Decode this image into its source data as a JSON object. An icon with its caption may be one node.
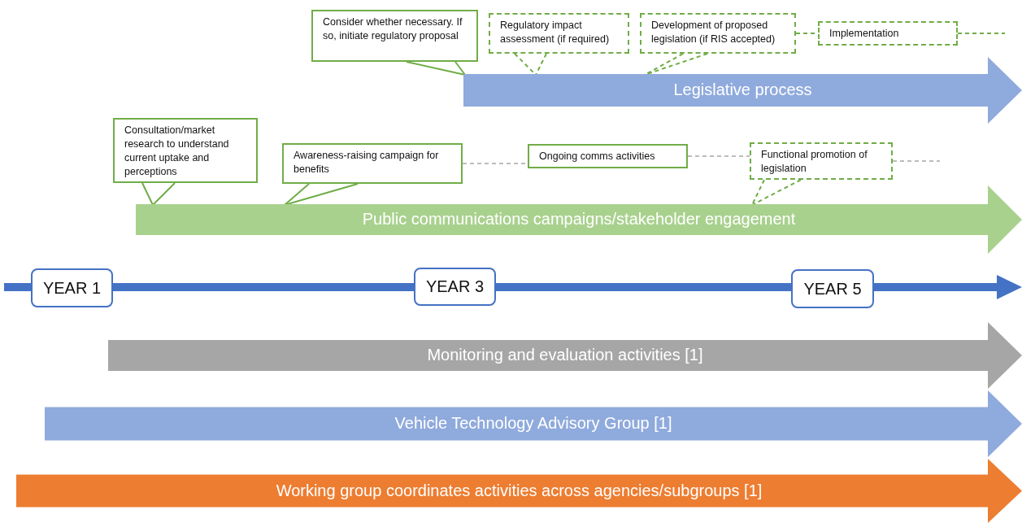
{
  "diagram": {
    "nodes": [
      {
        "text": [
          "Consider whether necessary. If so, initiate regulatory proposal"
        ]
      },
      {
        "text": [
          "Regulatory impact assessment (if required)"
        ]
      },
      {
        "text": [
          "Development of proposed legislation (if RIS accepted)"
        ]
      },
      {
        "text": [
          "Implementation"
        ]
      },
      {
        "text": [
          "Legislative process"
        ]
      },
      {
        "text": [
          "Consultation/market research to understand current uptake and perceptions"
        ]
      },
      {
        "text": [
          "Awareness-raising campaign for benefits"
        ]
      },
      {
        "text": [
          "Ongoing comms activities"
        ]
      },
      {
        "text": [
          "Functional promotion of legislation"
        ]
      },
      {
        "text": [
          "Public communications campaigns/stakeholder engagement"
        ]
      },
      {
        "text": [
          "YEAR 1"
        ]
      },
      {
        "text": [
          "YEAR 3"
        ]
      },
      {
        "text": [
          "YEAR 5"
        ]
      },
      {
        "text": [
          "Monitoring and evaluation activities [1]"
        ]
      },
      {
        "text": [
          "Vehicle Technology Advisory Group [1]"
        ]
      },
      {
        "text": [
          "Working group coordinates activities across agencies/subgroups [1]"
        ]
      }
    ],
    "edges": [
      {
        "from": 0,
        "to": 4,
        "arrow": "none"
      },
      {
        "from": 1,
        "to": 4,
        "arrow": "none",
        "style": "dashed"
      },
      {
        "from": 2,
        "to": 4,
        "arrow": "none",
        "style": "dashed"
      },
      {
        "from": 2,
        "to": 3,
        "arrow": "none",
        "style": "dashed"
      },
      {
        "from": 3,
        "to": null,
        "arrow": "none",
        "style": "dashed"
      },
      {
        "from": 5,
        "to": 9,
        "arrow": "none"
      },
      {
        "from": 6,
        "to": 9,
        "arrow": "none"
      },
      {
        "from": 6,
        "to": 7,
        "arrow": "none",
        "style": "dashed",
        "color": "#a6a6a6"
      },
      {
        "from": 7,
        "to": 8,
        "arrow": "none",
        "style": "dashed",
        "color": "#a6a6a6"
      },
      {
        "from": 8,
        "to": 9,
        "arrow": "none",
        "style": "dashed"
      },
      {
        "from": 8,
        "to": null,
        "arrow": "none",
        "style": "dashed",
        "color": "#a6a6a6"
      }
    ]
  }
}
